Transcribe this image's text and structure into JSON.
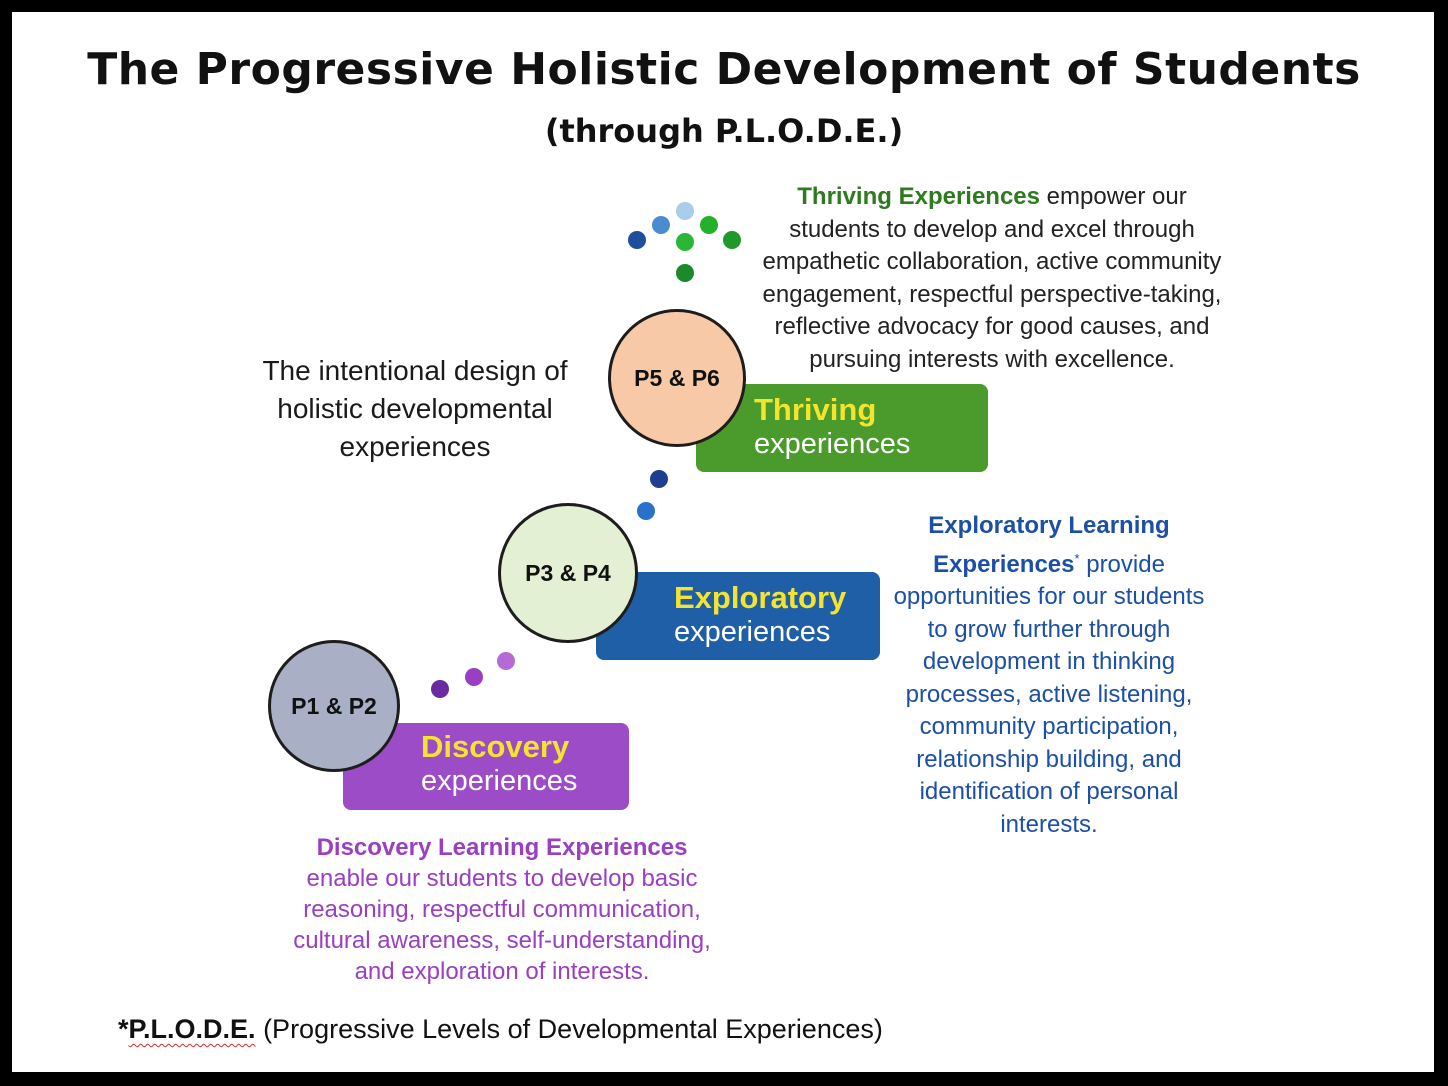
{
  "title": "The Progressive Holistic Development of Students",
  "subtitle": "(through P.L.O.D.E.)",
  "intro_text": "The intentional design of holistic developmental experiences",
  "levels": [
    {
      "grades": "P1 & P2",
      "stage_word": "Discovery",
      "stage_sub": "experiences",
      "desc_bold": "Discovery Learning Experiences",
      "desc_text": " enable our students to develop basic reasoning, respectful communication, cultural awareness, self-understanding, and exploration of interests."
    },
    {
      "grades": "P3 & P4",
      "stage_word": "Exploratory",
      "stage_sub": "experiences",
      "desc_bold": "Exploratory Learning Experiences",
      "desc_mark": "*",
      "desc_text": " provide opportunities for our students to grow further through development in thinking processes, active listening, community participation, relationship building, and identification of personal interests."
    },
    {
      "grades": "P5 & P6",
      "stage_word": "Thriving",
      "stage_sub": "experiences",
      "desc_bold": "Thriving Experiences",
      "desc_text": " empower our students to develop and excel through empathetic collaboration, active community engagement, respectful perspective-taking, reflective advocacy for good causes, and pursuing interests with excellence."
    }
  ],
  "footnote": {
    "prefix": "*",
    "abbr": "P.L.O.D.E.",
    "expansion": " (Progressive Levels of Developmental Experiences)"
  },
  "colors": {
    "discovery": "#9c4cc6",
    "exploratory": "#1f5fa8",
    "thriving": "#4a9a2c",
    "stage_word": "#f5e42e",
    "circle_p12": "#a9b0c6",
    "circle_p34": "#e3f0d3",
    "circle_p56": "#f8c9a6",
    "desc_discovery": "#9a3fc2",
    "desc_exploratory": "#1c4fa6",
    "desc_thriving_bold": "#2d7a1f"
  }
}
